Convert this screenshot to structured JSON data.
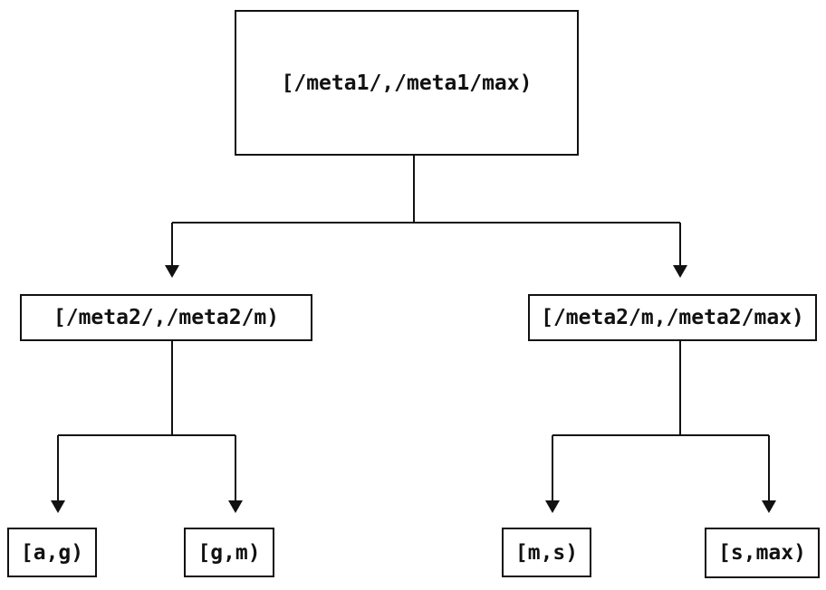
{
  "diagram": {
    "type": "tree",
    "colors": {
      "background": "#ffffff",
      "line": "#111111",
      "text": "#111111"
    },
    "root": {
      "label": "[/meta1/,/meta1/max)"
    },
    "children": [
      {
        "label": "[/meta2/,/meta2/m)",
        "children": [
          {
            "label": "[a,g)"
          },
          {
            "label": "[g,m)"
          }
        ]
      },
      {
        "label": "[/meta2/m,/meta2/max)",
        "children": [
          {
            "label": "[m,s)"
          },
          {
            "label": "[s,max)"
          }
        ]
      }
    ]
  }
}
